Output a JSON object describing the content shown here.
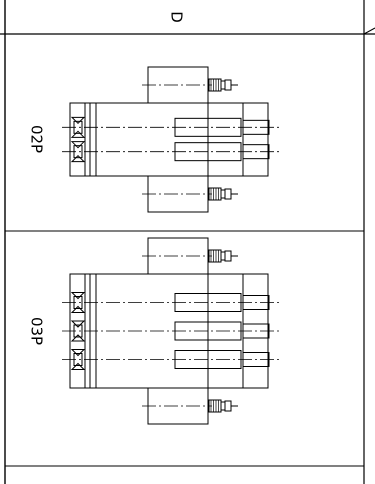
{
  "sheet": {
    "column_label": "D",
    "rows": [
      {
        "label": "02P",
        "pins": 2
      },
      {
        "label": "03P",
        "pins": 3
      }
    ]
  }
}
